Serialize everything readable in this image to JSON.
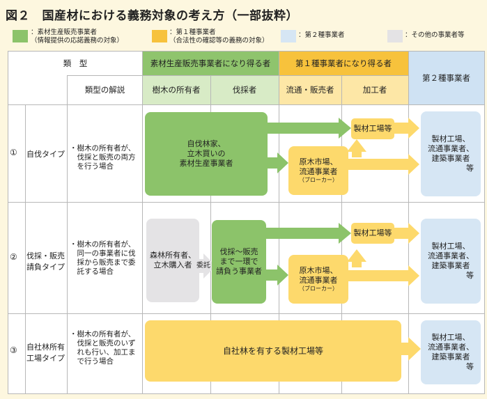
{
  "title": "図２　国産材における義務対象の考え方（一部抜粋）",
  "colors": {
    "background": "#fdf7df",
    "green": "#8cc36a",
    "yellow": "#fdd96c",
    "blue": "#d6e6f4",
    "gray": "#e4e3e5"
  },
  "legend": [
    {
      "line1": "：素材生産販売事業者",
      "line2": "（情報提供の応諾義務の対象）",
      "color": "#8cc36a"
    },
    {
      "line1": "：第１種事業者",
      "line2": "（合法性の確認等の義務の対象）",
      "color": "#f7c23c"
    },
    {
      "line1": "：第２種事業者",
      "line2": "",
      "color": "#d6e6f4"
    },
    {
      "line1": "：その他の事業者等",
      "line2": "",
      "color": "#e4e3e5"
    }
  ],
  "header": {
    "type": "類　型",
    "type_desc": "類型の解説",
    "group_green": "素材生産販売事業者になり得る者",
    "group_yellow": "第１種事業者になり得る者",
    "group_blue": "第２種事業者",
    "col_owner": "樹木の所有者",
    "col_logger": "伐採者",
    "col_dist": "流通・販売者",
    "col_proc": "加工者"
  },
  "rows": [
    {
      "num": "①",
      "name_lines": [
        "自伐タイプ"
      ],
      "desc_lines": [
        "・樹木の所有者が、",
        "　伐採と販売の両方",
        "　を行う場合"
      ],
      "green_box": [
        "自伐林家、",
        "立木買いの",
        "素材生産事業者"
      ],
      "mill": "製材工場等",
      "market": [
        "原木市場、",
        "流通事業者"
      ],
      "broker": "（ブローカー）",
      "second": [
        "製材工場、",
        "流通事業者、",
        "建築事業者",
        "等"
      ]
    },
    {
      "num": "②",
      "name_lines": [
        "伐採・販売",
        "請負タイプ"
      ],
      "desc_lines": [
        "・樹木の所有者が、",
        "　同一の事業者に伐",
        "　採から販売まで委",
        "　託する場合"
      ],
      "gray_box": [
        "森林所有者、",
        "立木購入者"
      ],
      "entrust": "委託",
      "green_box": [
        "伐採～販売",
        "まで一環で",
        "請負う事業者"
      ],
      "mill": "製材工場等",
      "market": [
        "原木市場、",
        "流通事業者"
      ],
      "broker": "（ブローカー）",
      "second": [
        "製材工場、",
        "流通事業者、",
        "建築事業者",
        "等"
      ]
    },
    {
      "num": "③",
      "name_lines": [
        "自社林所有",
        "工場タイプ"
      ],
      "desc_lines": [
        "・樹木の所有者が、",
        "　伐採と販売のいず",
        "　れも行い、加工ま",
        "　で行う場合"
      ],
      "yellow_box": "自社林を有する製材工場等",
      "second": [
        "製材工場、",
        "流通事業者、",
        "建築事業者",
        "等"
      ]
    }
  ]
}
